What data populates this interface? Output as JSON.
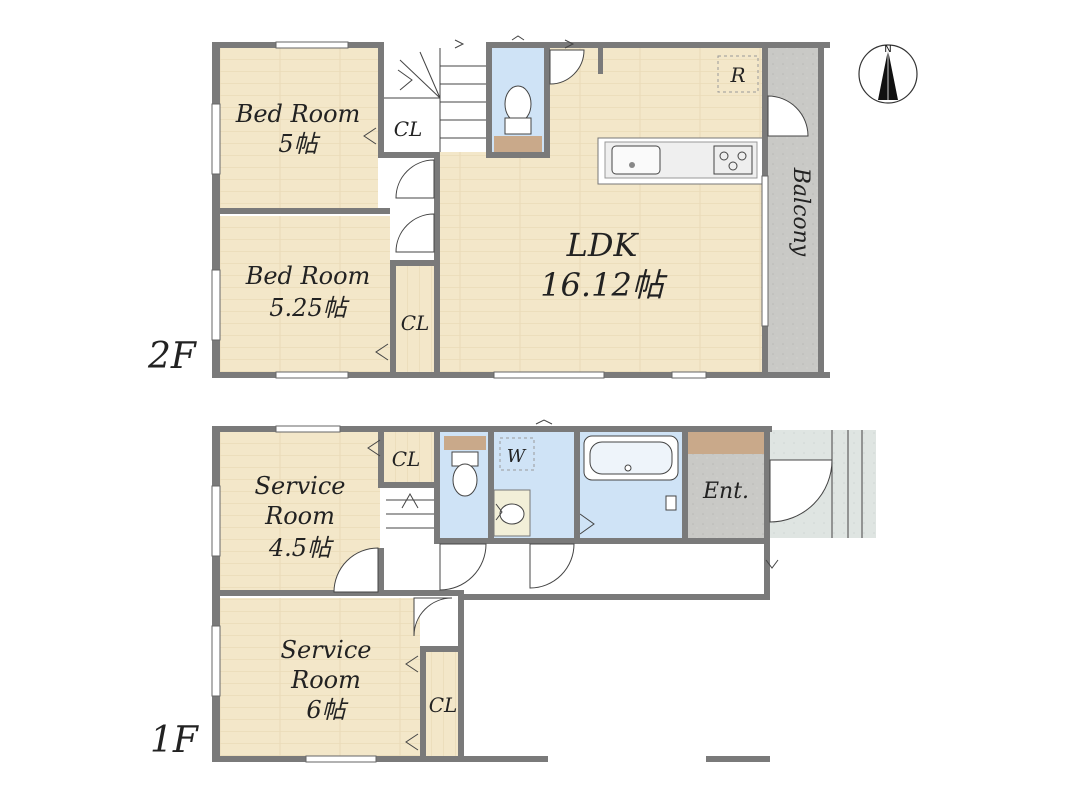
{
  "compass": {
    "north_label": "N"
  },
  "floors": {
    "upper": {
      "label": "2F",
      "rooms": {
        "bed1": {
          "name": "Bed Room",
          "size": "5帖"
        },
        "bed2": {
          "name": "Bed Room",
          "size": "5.25帖"
        },
        "ldk": {
          "name": "LDK",
          "size": "16.12帖"
        },
        "cl1": "CL",
        "cl2": "CL",
        "fridge": "R",
        "balcony": "Balcony"
      }
    },
    "lower": {
      "label": "1F",
      "rooms": {
        "svc1": {
          "line1": "Service",
          "line2": "Room",
          "size": "4.5帖"
        },
        "svc2": {
          "line1": "Service",
          "line2": "Room",
          "size": "6帖"
        },
        "cl1": "CL",
        "cl2": "CL",
        "washer": "W",
        "entrance": "Ent."
      }
    }
  }
}
